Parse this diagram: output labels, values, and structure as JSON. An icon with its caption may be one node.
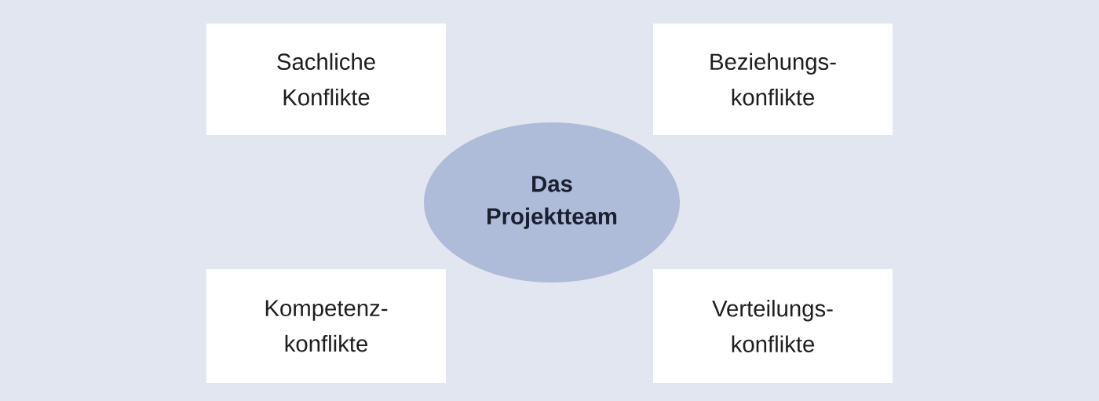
{
  "diagram": {
    "nodes": [
      {
        "text": [
          "Sachliche Konflikte"
        ]
      },
      {
        "text": [
          "Beziehungs- konflikte"
        ]
      },
      {
        "text": [
          "Das Projektteam"
        ]
      },
      {
        "text": [
          "Kompetenz- konflikte"
        ]
      },
      {
        "text": [
          "Verteilungs- konflikte"
        ]
      }
    ]
  }
}
